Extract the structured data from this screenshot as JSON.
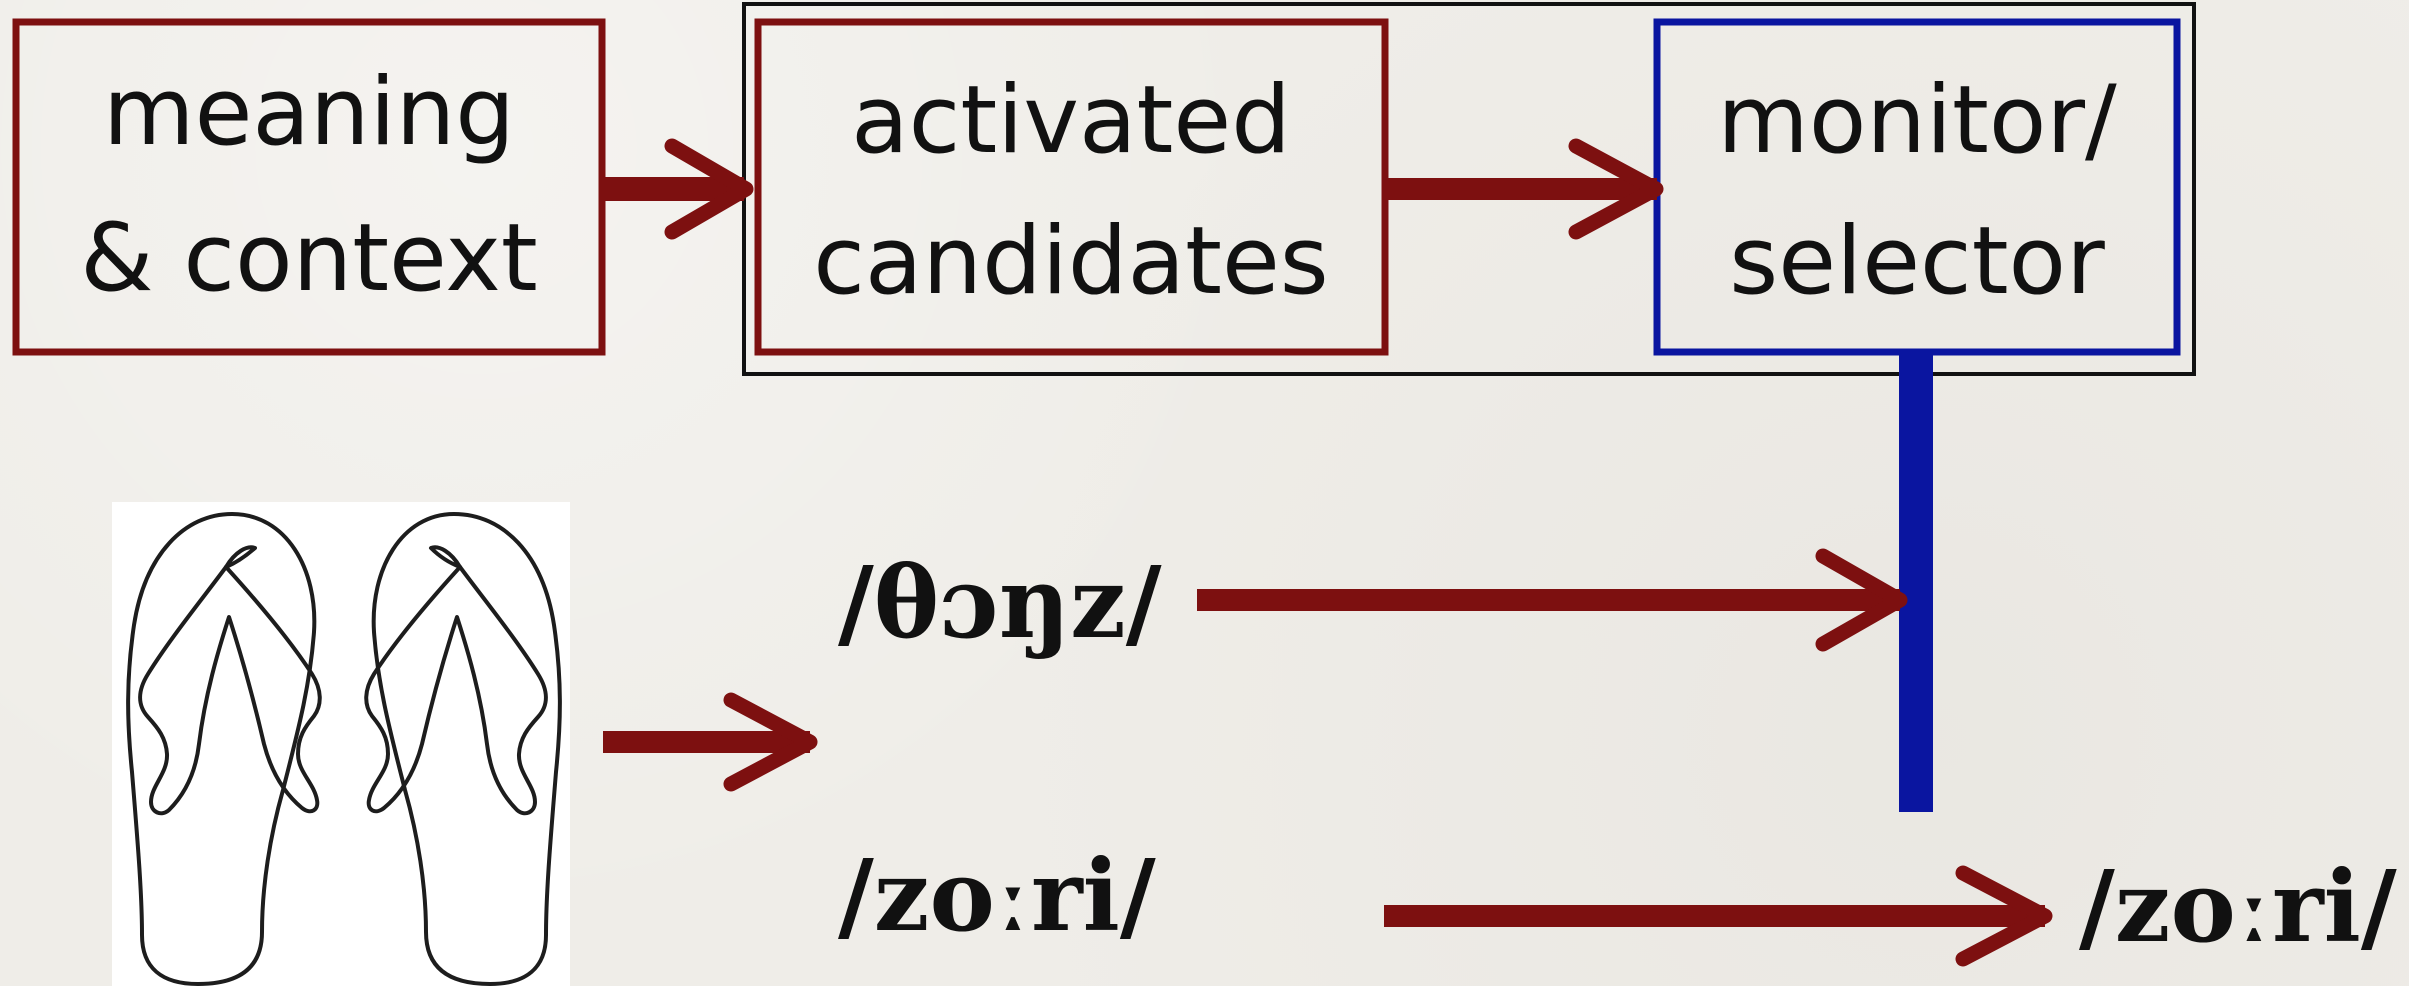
{
  "diagram": {
    "nodes": {
      "meaning_context": {
        "line1": "meaning",
        "line2": "& context"
      },
      "activated_candidates": {
        "line1": "activated",
        "line2": "candidates"
      },
      "monitor_selector": {
        "line1": "monitor/",
        "line2": "selector"
      }
    },
    "candidates": {
      "first": "/θɔŋz/",
      "second": "/zoːri/"
    },
    "output": "/zoːri/",
    "colors": {
      "dark_red": "#7d1010",
      "blue": "#0a15a0",
      "black": "#111111"
    }
  }
}
